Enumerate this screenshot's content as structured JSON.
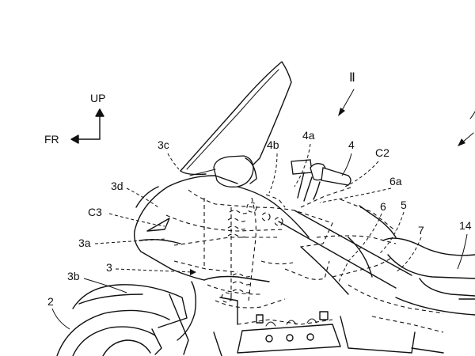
{
  "colors": {
    "ink": "#111111",
    "paper": "#ffffff"
  },
  "orientation": {
    "up": "UP",
    "front": "FR"
  },
  "view_marker": "Ⅱ",
  "labels": {
    "l2": "2",
    "l3": "3",
    "l3a": "3a",
    "l3b": "3b",
    "l3c": "3c",
    "l3d": "3d",
    "lC3": "C3",
    "l4": "4",
    "l4a": "4a",
    "l4b": "4b",
    "lC2": "C2",
    "l6": "6",
    "l6a": "6a",
    "l5": "5",
    "l7": "7",
    "l14": "14"
  }
}
